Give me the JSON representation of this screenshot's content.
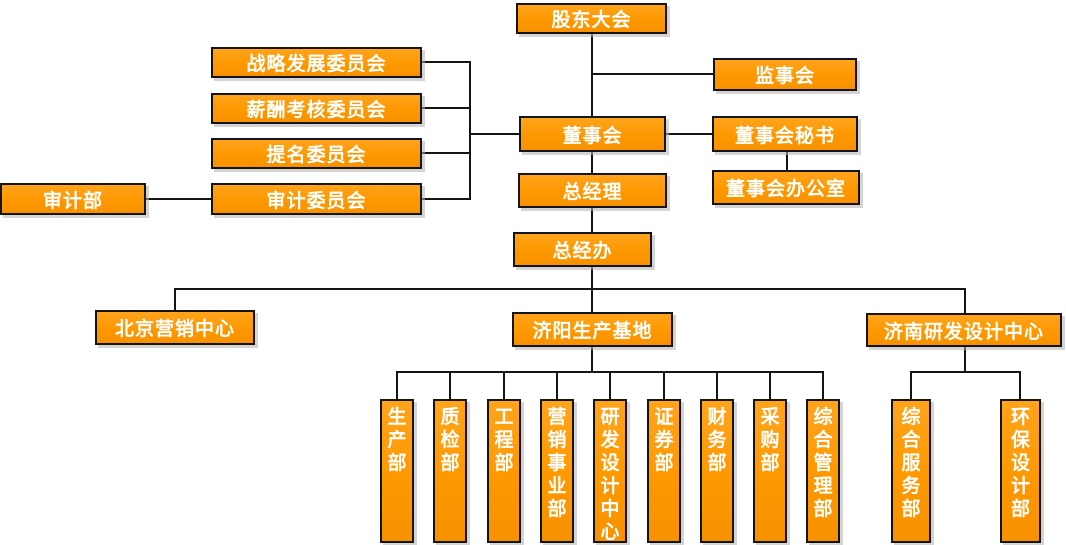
{
  "diagram": {
    "type": "org-chart",
    "background": "#FFFFFF",
    "colors": {
      "node_fill": "#FF9900",
      "node_border": "#141414",
      "node_text": "#FFFFFF",
      "connector": "#141414",
      "shadow": "#B0B0B0"
    },
    "nodes": {
      "shareholders": "股东大会",
      "strategy_committee": "战略发展委员会",
      "supervisory_board": "监事会",
      "remuneration_committee": "薪酬考核委员会",
      "board": "董事会",
      "board_secretary": "董事会秘书",
      "nomination_committee": "提名委员会",
      "board_office": "董事会办公室",
      "audit_dept": "审计部",
      "audit_committee": "审计委员会",
      "general_manager": "总经理",
      "gm_office": "总经办",
      "beijing_marketing": "北京营销中心",
      "jiyang_base": "济阳生产基地",
      "jinan_rd_center": "济南研发设计中心",
      "production_dept": "生产部",
      "quality_dept": "质检部",
      "engineering_dept": "工程部",
      "marketing_division": "营销事业部",
      "rd_design_center": "研发设计中心",
      "securities_dept": "证券部",
      "finance_dept": "财务部",
      "procurement_dept": "采购部",
      "general_mgmt_dept": "综合管理部",
      "general_service_dept": "综合服务部",
      "env_design_dept": "环保设计部"
    },
    "hierarchy": [
      {
        "parent": "股东大会",
        "children": [
          "监事会",
          "董事会"
        ]
      },
      {
        "parent": "董事会",
        "children": [
          "战略发展委员会",
          "薪酬考核委员会",
          "提名委员会",
          "审计委员会",
          "董事会秘书",
          "总经理"
        ]
      },
      {
        "parent": "审计委员会",
        "children": [
          "审计部"
        ]
      },
      {
        "parent": "董事会秘书",
        "children": [
          "董事会办公室"
        ]
      },
      {
        "parent": "总经理",
        "children": [
          "总经办"
        ]
      },
      {
        "parent": "总经办",
        "children": [
          "北京营销中心",
          "济阳生产基地",
          "济南研发设计中心"
        ]
      },
      {
        "parent": "济阳生产基地",
        "children": [
          "生产部",
          "质检部",
          "工程部",
          "营销事业部",
          "研发设计中心",
          "证券部",
          "财务部",
          "采购部",
          "综合管理部"
        ]
      },
      {
        "parent": "济南研发设计中心",
        "children": [
          "综合服务部",
          "环保设计部"
        ]
      }
    ]
  }
}
